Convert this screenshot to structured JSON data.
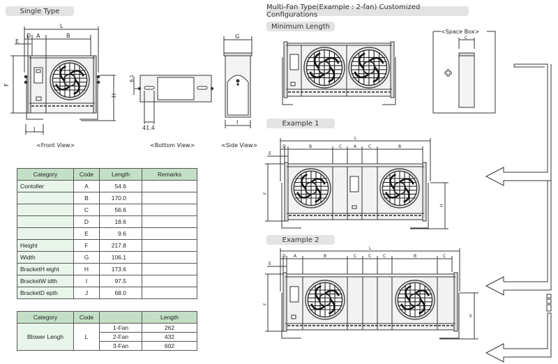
{
  "headers": {
    "single_type": "Single Type",
    "multi_fan": "Multi-Fan Type(Example : 2-fan) Customized Configurations",
    "minimum_length": "Minimum Length",
    "example1": "Example 1",
    "example2": "Example 2"
  },
  "captions": {
    "front_view": "<Front View>",
    "bottom_view": "<Bottom View>",
    "side_view": "<Side View>",
    "space_box": "<Space Box>"
  },
  "dimension_labels": {
    "L": "L",
    "A": "A",
    "B": "B",
    "C": "C",
    "D": "D",
    "E": "E",
    "F": "F",
    "G": "G",
    "H": "H",
    "I": "I",
    "J": "J",
    "bottom_height": "6.1",
    "bottom_width": "41.4"
  },
  "spec_table": {
    "headers": [
      "Category",
      "Code",
      "Length",
      "Remarks"
    ],
    "rows": [
      {
        "category": "Contoller",
        "code": "A",
        "length": "54.6",
        "remarks": ""
      },
      {
        "category": "",
        "code": "B",
        "length": "170.0",
        "remarks": ""
      },
      {
        "category": "",
        "code": "C",
        "length": "56.6",
        "remarks": ""
      },
      {
        "category": "",
        "code": "D",
        "length": "18.6",
        "remarks": ""
      },
      {
        "category": "",
        "code": "E",
        "length": "9.6",
        "remarks": ""
      },
      {
        "category": "Height",
        "code": "F",
        "length": "217.8",
        "remarks": ""
      },
      {
        "category": "Width",
        "code": "G",
        "length": "106.1",
        "remarks": ""
      },
      {
        "category": "BracketH eight",
        "code": "H",
        "length": "173.6",
        "remarks": ""
      },
      {
        "category": "BracketW idth",
        "code": "I",
        "length": "97.5",
        "remarks": ""
      },
      {
        "category": "BracketD epth",
        "code": "J",
        "length": "68.0",
        "remarks": ""
      }
    ]
  },
  "blower_table": {
    "headers": [
      "Category",
      "Code",
      "",
      "Length"
    ],
    "category": "Blower Lengh",
    "code": "L",
    "rows": [
      {
        "fans": "1-Fan",
        "length": "262"
      },
      {
        "fans": "2-Fan",
        "length": "432"
      },
      {
        "fans": "3-Fan",
        "length": "602"
      }
    ]
  },
  "colors": {
    "header_pill": "#e3e3e3",
    "table_header": "#c3e0c6",
    "table_category": "#e9f4ea",
    "line": "#333333"
  }
}
